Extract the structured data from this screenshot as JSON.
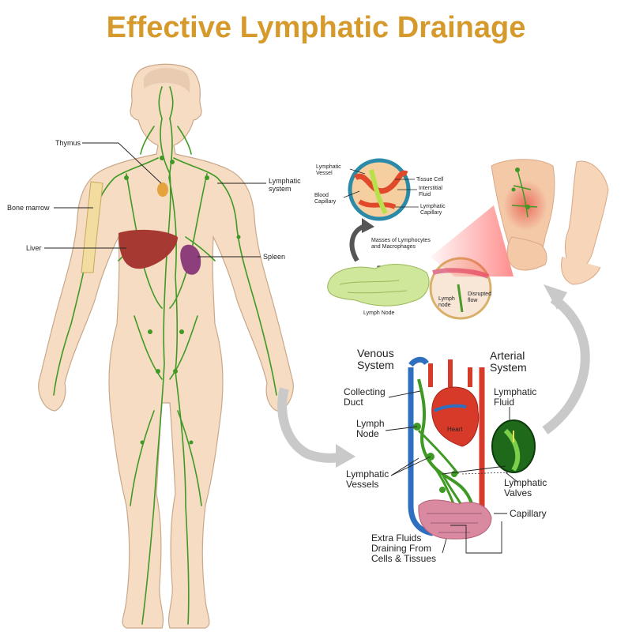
{
  "title": "Effective Lymphatic Drainage",
  "colors": {
    "title": "#d69a2c",
    "skin": "#f6dcc2",
    "lymph": "#3f9a25",
    "vein": "#2f6fc0",
    "artery": "#d83a2a"
  },
  "body_labels": {
    "thymus": "Thymus",
    "lymphatic_system": [
      "Lymphatic",
      "system"
    ],
    "bone_marrow": "Bone marrow",
    "liver": "Liver",
    "spleen": "Spleen"
  },
  "node_labels": {
    "lymphatic_vessel": [
      "Lymphatic",
      "Vessel"
    ],
    "blood_capillary": [
      "Blood",
      "Capillary"
    ],
    "tissue_cell": "Tissue Cell",
    "interstitial_fluid": [
      "Interstitial",
      "Fluid"
    ],
    "lymphatic_capillary": [
      "Lymphatic",
      "Capillary"
    ],
    "masses": [
      "Masses of Lymphocytes",
      "and Macrophages"
    ],
    "lymph_node": "Lymph Node",
    "lymph_node_small": [
      "Lymph",
      "node"
    ],
    "disrupted_flow": [
      "Disrupted",
      "flow"
    ]
  },
  "circulation_labels": {
    "venous": [
      "Venous",
      "System"
    ],
    "arterial": [
      "Arterial",
      "System"
    ],
    "collecting_duct": [
      "Collecting",
      "Duct"
    ],
    "lymph_node": [
      "Lymph",
      "Node"
    ],
    "heart": "Heart",
    "lymphatic_vessels": [
      "Lymphatic",
      "Vessels"
    ],
    "lymphatic_fluid": [
      "Lymphatic",
      "Fluid"
    ],
    "lymphatic_valves": [
      "Lymphatic",
      "Valves"
    ],
    "capillary": "Capillary",
    "extra_fluids": [
      "Extra Fluids",
      "Draining From",
      "Cells & Tissues"
    ]
  }
}
